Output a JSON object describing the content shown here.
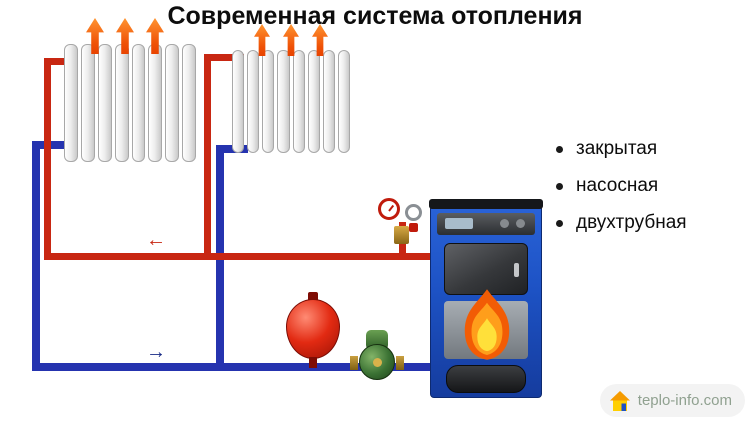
{
  "title": "Современная система отопления",
  "features": {
    "items": [
      "закрытая",
      "насосная",
      "двухтрубная"
    ]
  },
  "flow_arrows": {
    "supply": "←",
    "return": "→"
  },
  "watermark": "teplo-info.com",
  "colors": {
    "supply_pipe": "#c82712",
    "return_pipe": "#2533af",
    "heat_arrow": "#ef5207",
    "boiler_body": "#1d52c4",
    "expansion_tank": "#e22a12",
    "pump_body": "#3a7133",
    "flame_outer": "#f25c05",
    "flame_inner": "#ffe03a",
    "logo_house_orange": "#f59b00",
    "logo_house_yellow": "#ffcf00",
    "logo_text": "#90a190"
  },
  "components": {
    "radiator_left": "radiator-icon",
    "radiator_right": "radiator-icon",
    "safety_group": "pressure-gauge-valve-icon",
    "expansion_tank": "expansion-tank-icon",
    "circulation_pump": "circulation-pump-icon",
    "boiler": "solid-fuel-boiler-icon",
    "flame": "flame-icon"
  }
}
